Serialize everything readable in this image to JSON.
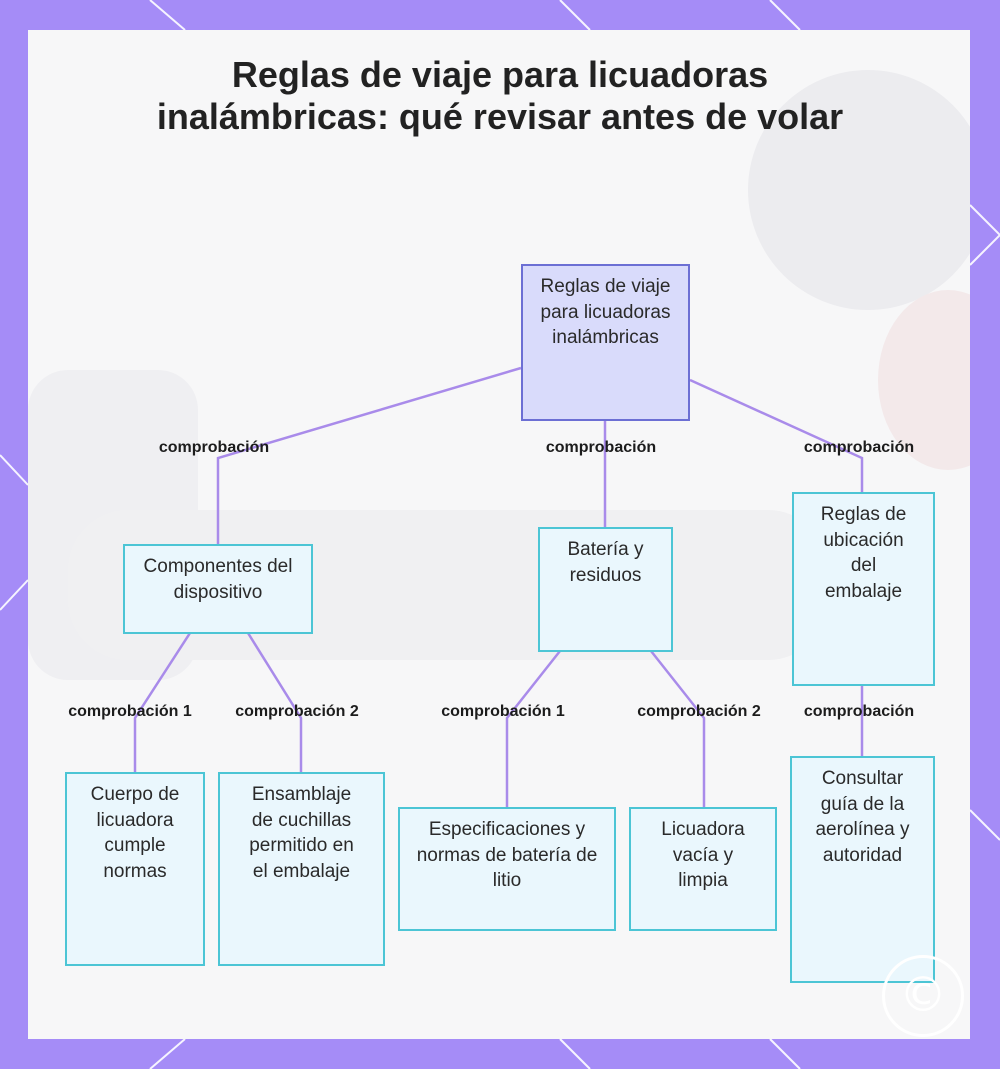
{
  "title": "Reglas de viaje para licuadoras inalámbricas: qué revisar antes de volar",
  "nodes": {
    "root": "Reglas de viaje para licuadoras inalámbricas",
    "components": "Componentes del dispositivo",
    "battery": "Batería y residuos",
    "packing": "Reglas de ubicación del embalaje",
    "body": "Cuerpo de licuadora cumple normas",
    "blades": "Ensamblaje de cuchillas permitido en el embalaje",
    "lithium": "Especificaciones y normas de batería de litio",
    "empty": "Licuadora vacía y limpia",
    "airline": "Consultar guía de la aerolínea y autoridad"
  },
  "edges": {
    "root_components": "comprobación",
    "root_battery": "comprobación",
    "root_packing": "comprobación",
    "components_body": "comprobación 1",
    "components_blades": "comprobación 2",
    "battery_lithium": "comprobación 1",
    "battery_empty": "comprobación 2",
    "packing_airline": "comprobación"
  },
  "colors": {
    "frame": "#a58cf7",
    "connector": "#a98bea",
    "node_border": "#4cc5d5",
    "node_fill": "#eaf7fd",
    "root_border": "#6c6fd4",
    "root_fill": "#d9dbfb"
  },
  "watermark_icon": "copyright-c-icon"
}
